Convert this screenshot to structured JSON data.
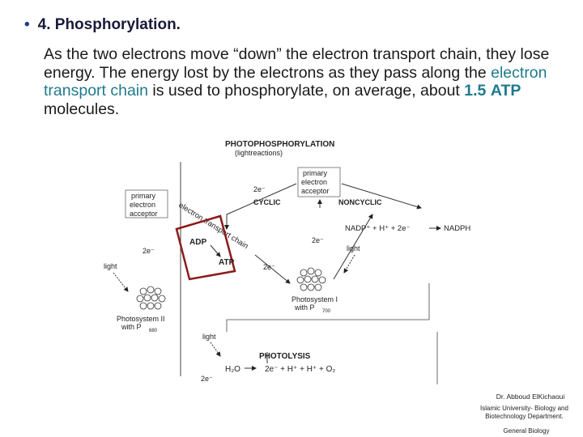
{
  "heading": {
    "bullet": "•",
    "text": "4. Phosphorylation."
  },
  "paragraph": {
    "part1": "As the two electrons move “down” the electron transport chain, they lose energy. The energy lost by the electrons as they pass along the ",
    "highlight1": "electron transport chain",
    "part2": " is used to phosphorylate, on  average, about ",
    "highlight2": "1.5",
    "highlight3": "ATP",
    "part3": " molecules."
  },
  "diagram": {
    "title": "PHOTOPHOSPHORYLATION",
    "subtitle": "(lightreactions)",
    "primary_acceptor_top": [
      "primary",
      "electron",
      "acceptor"
    ],
    "primary_acceptor_left": [
      "primary",
      "electron",
      "acceptor"
    ],
    "cyclic": "CYCLIC",
    "noncyclic": "NONCYCLIC",
    "two_e": "2e⁻",
    "etc_label": "electron transport chain",
    "adp": "ADP",
    "atp": "ATP",
    "nadp": "NADP⁺ + H⁺ + 2e⁻",
    "nadph": "NADPH",
    "light": "light",
    "ps1": [
      "Photosystem I",
      "with P"
    ],
    "ps1_sub": "700",
    "ps2": [
      "Photosystem II",
      "with P"
    ],
    "ps2_sub": "680",
    "photolysis": "PHOTOLYSIS",
    "h2o": "H₂O",
    "photolysis_eq": "2e⁻ + H⁺ + H⁺ + O₂"
  },
  "credits": {
    "author": "Dr. Abboud ElKichaoui",
    "institution": "Islamic University- Biology and Biotechnology Department.",
    "course": "General Biology"
  },
  "colors": {
    "highlight": "#1f7a8c",
    "box": "#8b1a1a"
  }
}
